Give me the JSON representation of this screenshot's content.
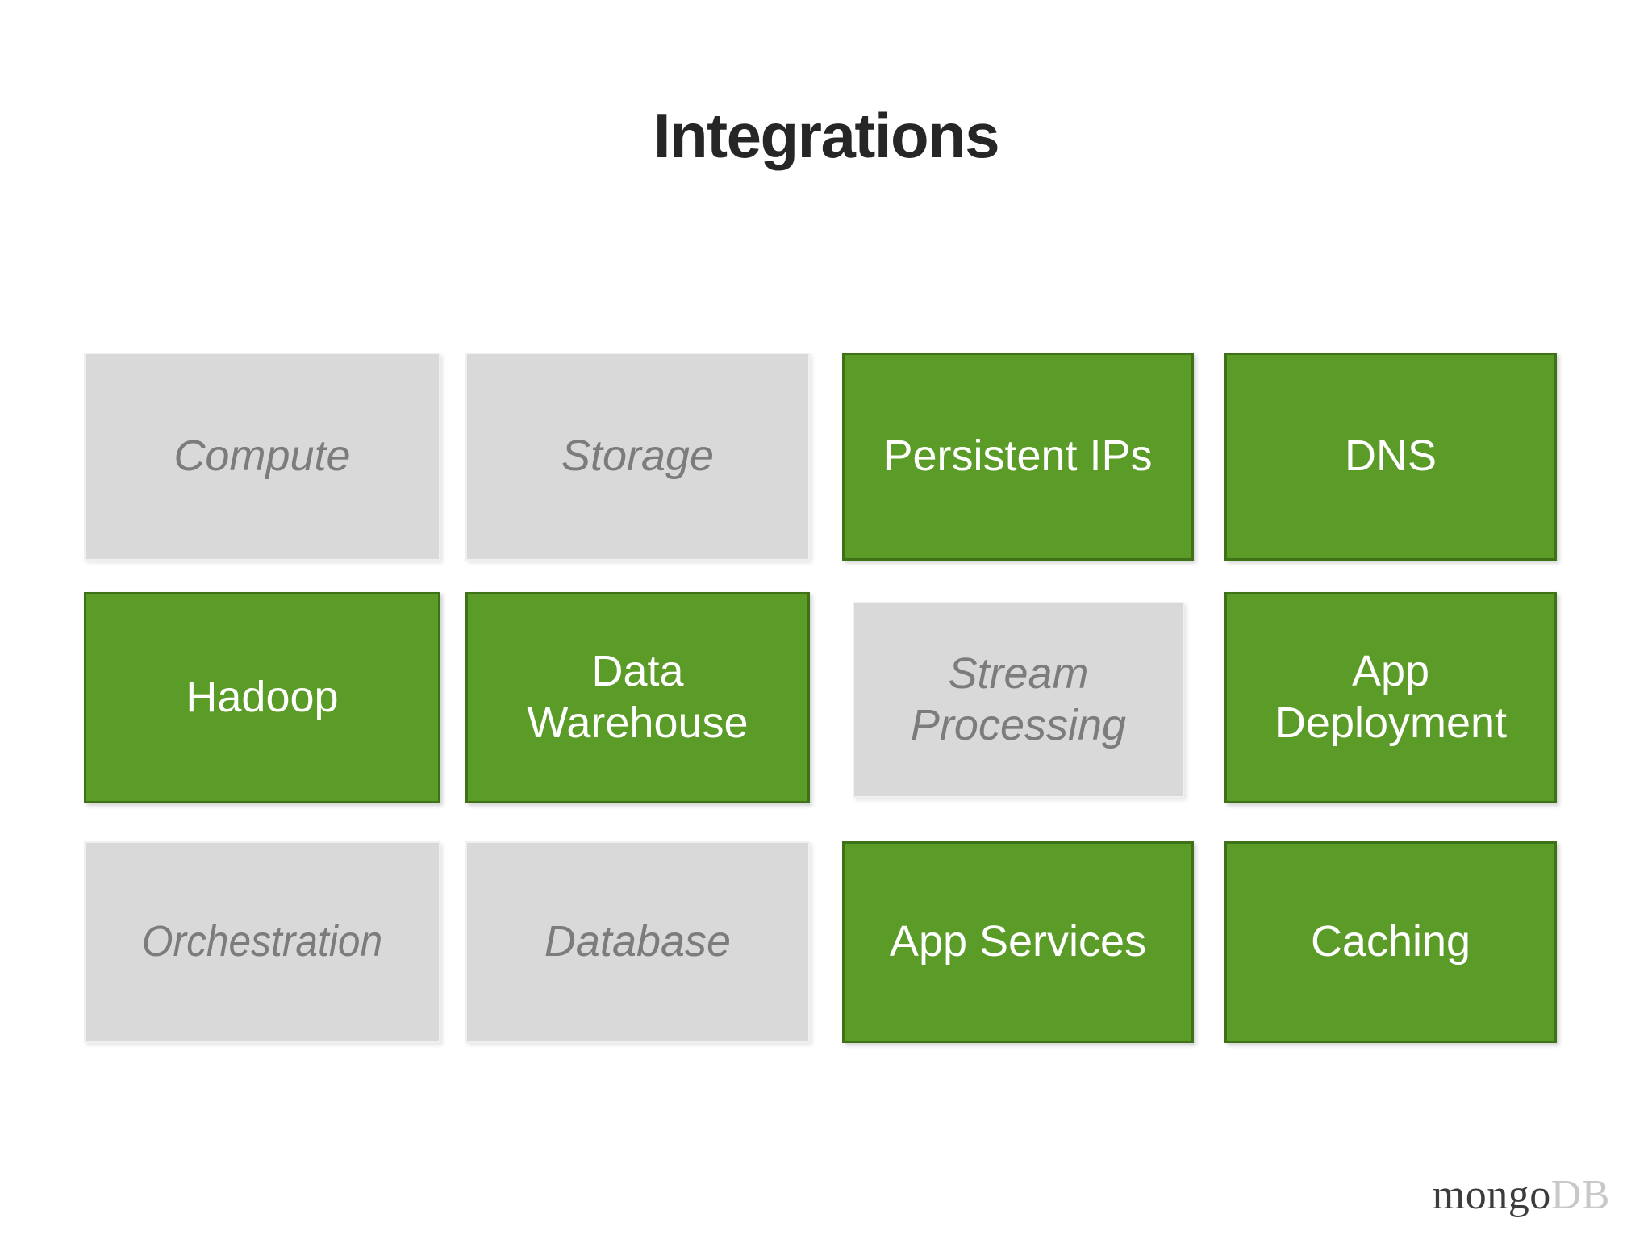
{
  "slide": {
    "title": "Integrations",
    "background_color": "#ffffff",
    "title_color": "#262626"
  },
  "theme": {
    "active_fill": "#5b9b28",
    "active_border": "#3f7216",
    "active_text": "#ffffff",
    "muted_fill": "#d9d9d9",
    "muted_border": "#f0f0f0",
    "muted_text": "#7c7c7c"
  },
  "grid": {
    "rows": 3,
    "columns": 4,
    "tiles": [
      {
        "label": "Compute",
        "state": "muted",
        "row": 1,
        "col": 1
      },
      {
        "label": "Storage",
        "state": "muted",
        "row": 1,
        "col": 2
      },
      {
        "label": "Persistent IPs",
        "state": "active",
        "row": 1,
        "col": 3
      },
      {
        "label": "DNS",
        "state": "active",
        "row": 1,
        "col": 4
      },
      {
        "label": "Hadoop",
        "state": "active",
        "row": 2,
        "col": 1
      },
      {
        "label": "Data Warehouse",
        "state": "active",
        "row": 2,
        "col": 2
      },
      {
        "label": "Stream Processing",
        "state": "muted",
        "row": 2,
        "col": 3
      },
      {
        "label": "App Deployment",
        "state": "active",
        "row": 2,
        "col": 4
      },
      {
        "label": "Orchestration",
        "state": "muted",
        "row": 3,
        "col": 1
      },
      {
        "label": "Database",
        "state": "muted",
        "row": 3,
        "col": 2
      },
      {
        "label": "App Services",
        "state": "active",
        "row": 3,
        "col": 3
      },
      {
        "label": "Caching",
        "state": "active",
        "row": 3,
        "col": 4
      }
    ]
  },
  "logo": {
    "primary": "mongo",
    "secondary": "DB"
  }
}
